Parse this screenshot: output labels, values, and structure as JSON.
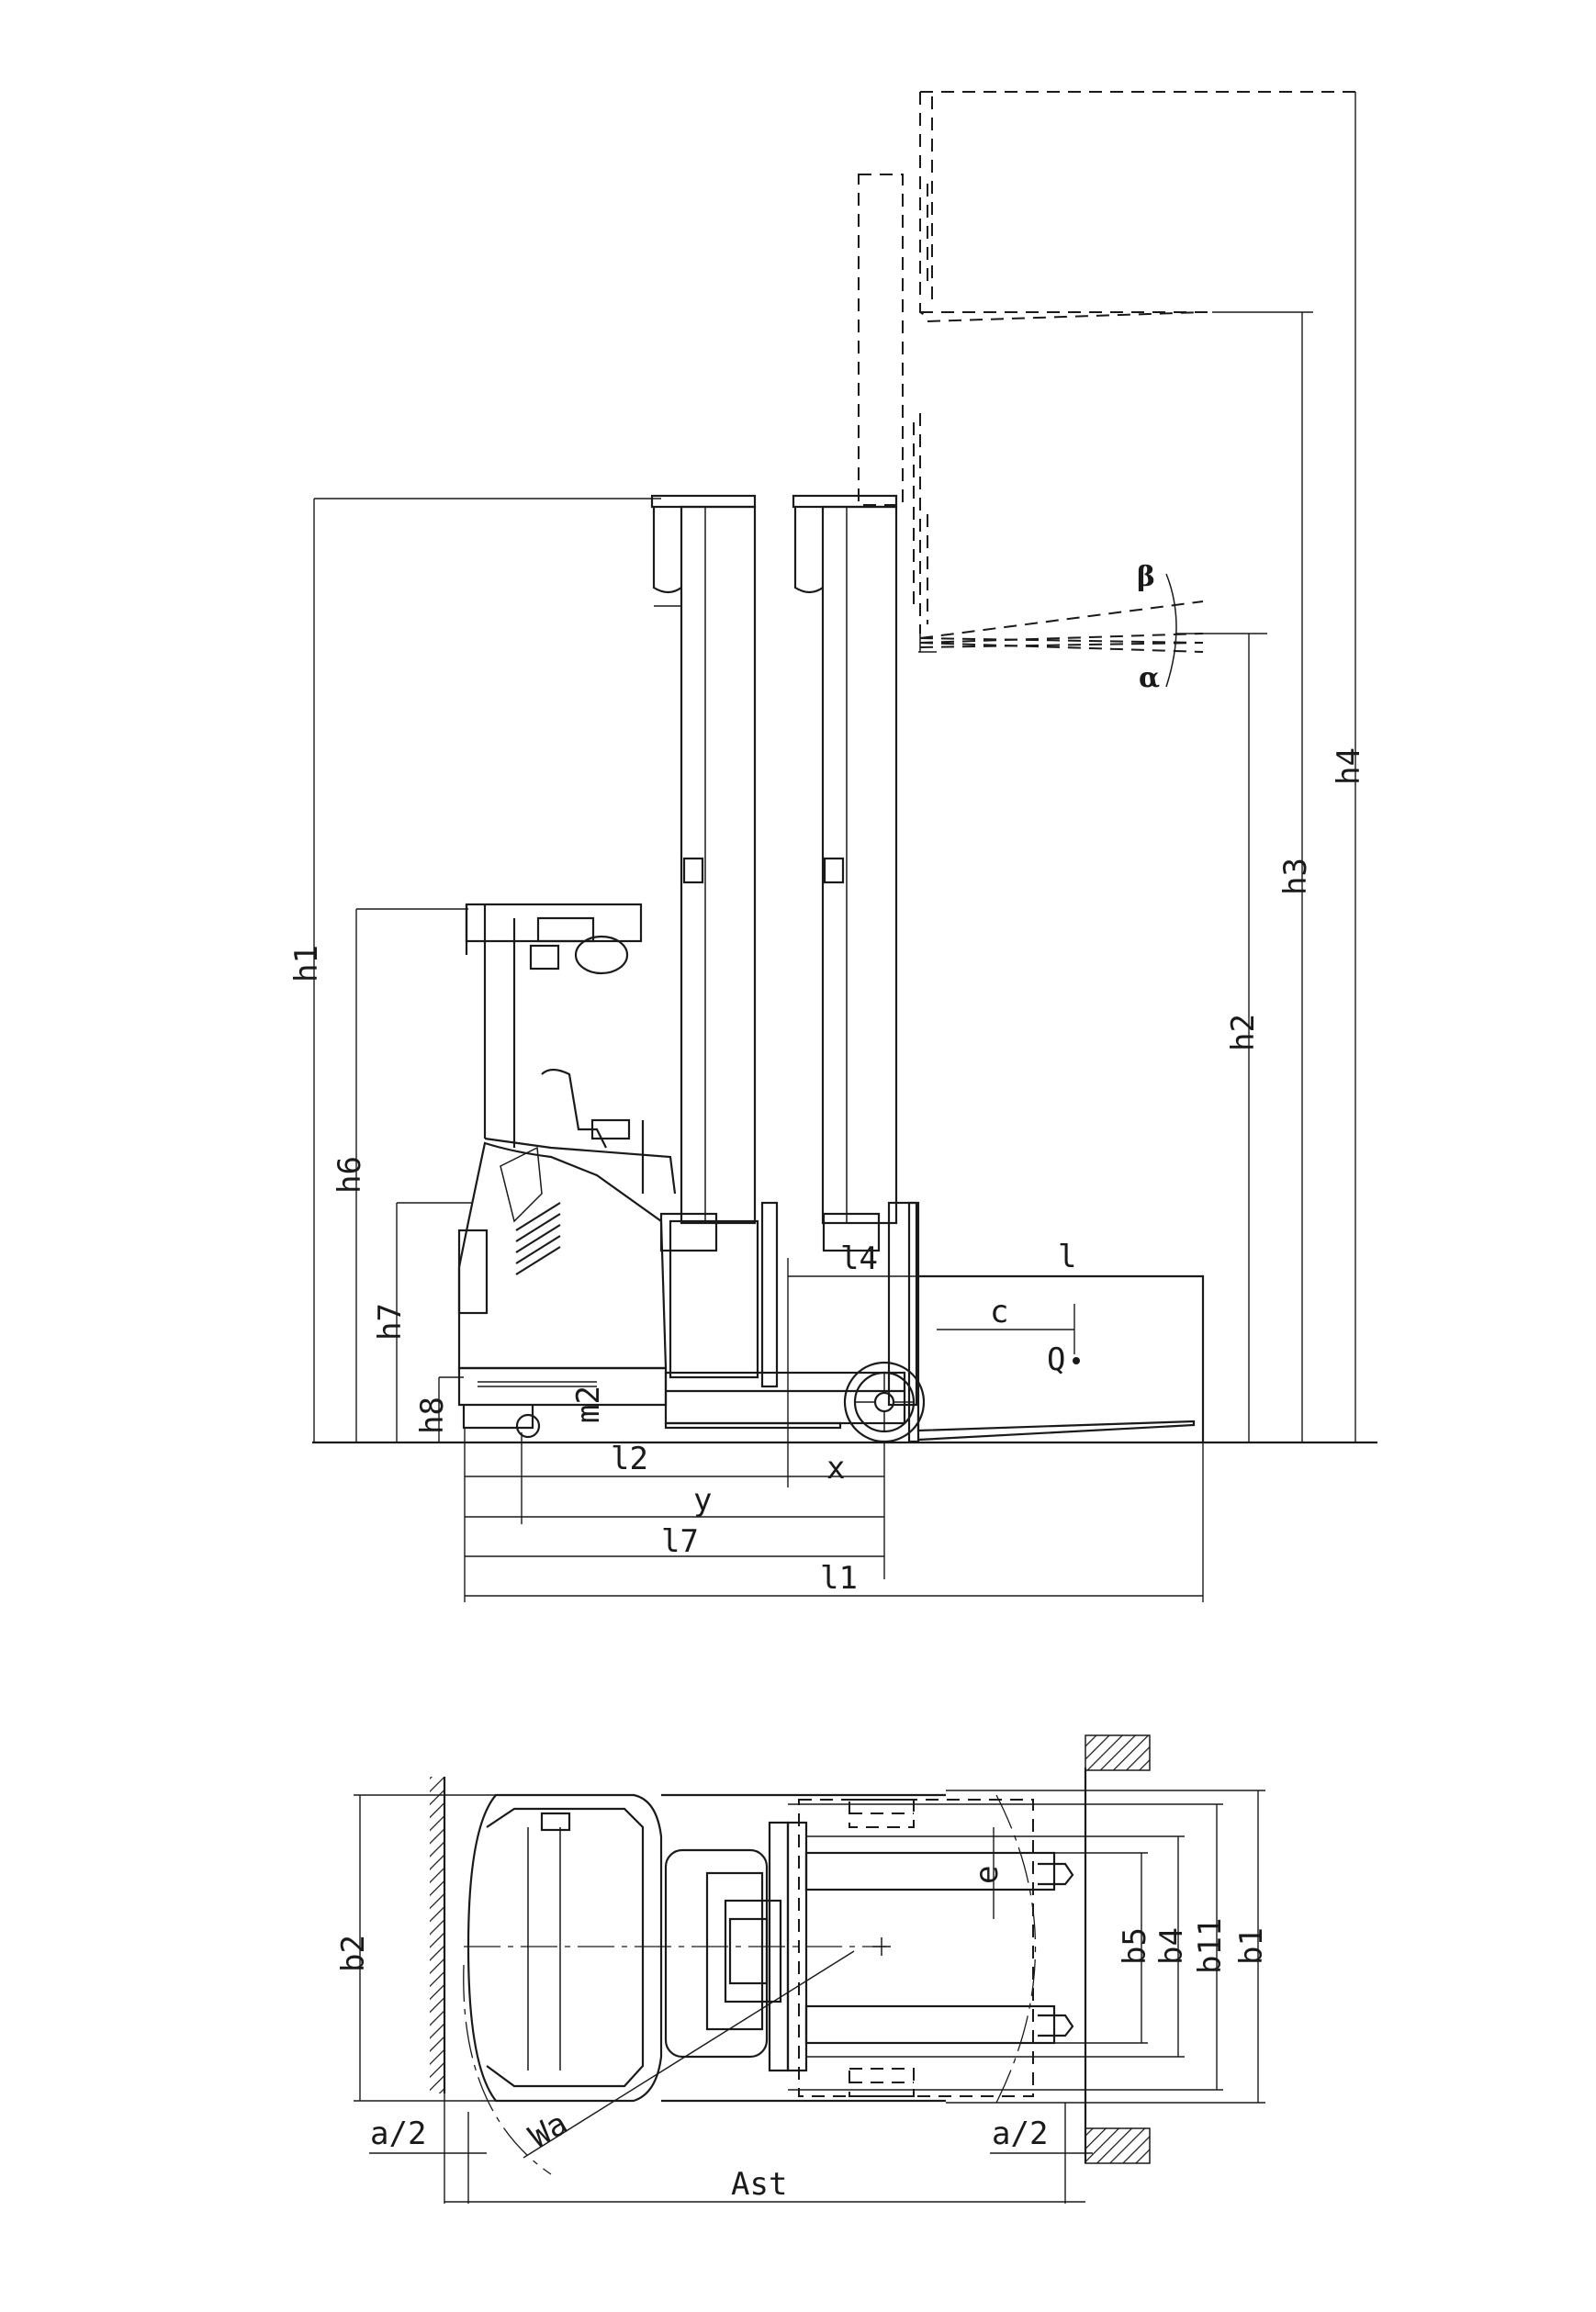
{
  "side_view": {
    "labels": {
      "h1": "h1",
      "h2": "h2",
      "h3": "h3",
      "h4": "h4",
      "h6": "h6",
      "h7": "h7",
      "h8": "h8",
      "m2": "m2",
      "l": "l",
      "l1": "l1",
      "l2": "l2",
      "l4": "l4",
      "l7": "l7",
      "x": "x",
      "y": "y",
      "c": "c",
      "Q": "Q",
      "beta": "β",
      "alpha": "α"
    }
  },
  "top_view": {
    "labels": {
      "b1": "b1",
      "b2": "b2",
      "b4": "b4",
      "b5": "b5",
      "b11": "b11",
      "e": "e",
      "Wa": "Wa",
      "a2_left": "a/2",
      "a2_right": "a/2",
      "Ast": "Ast"
    }
  }
}
